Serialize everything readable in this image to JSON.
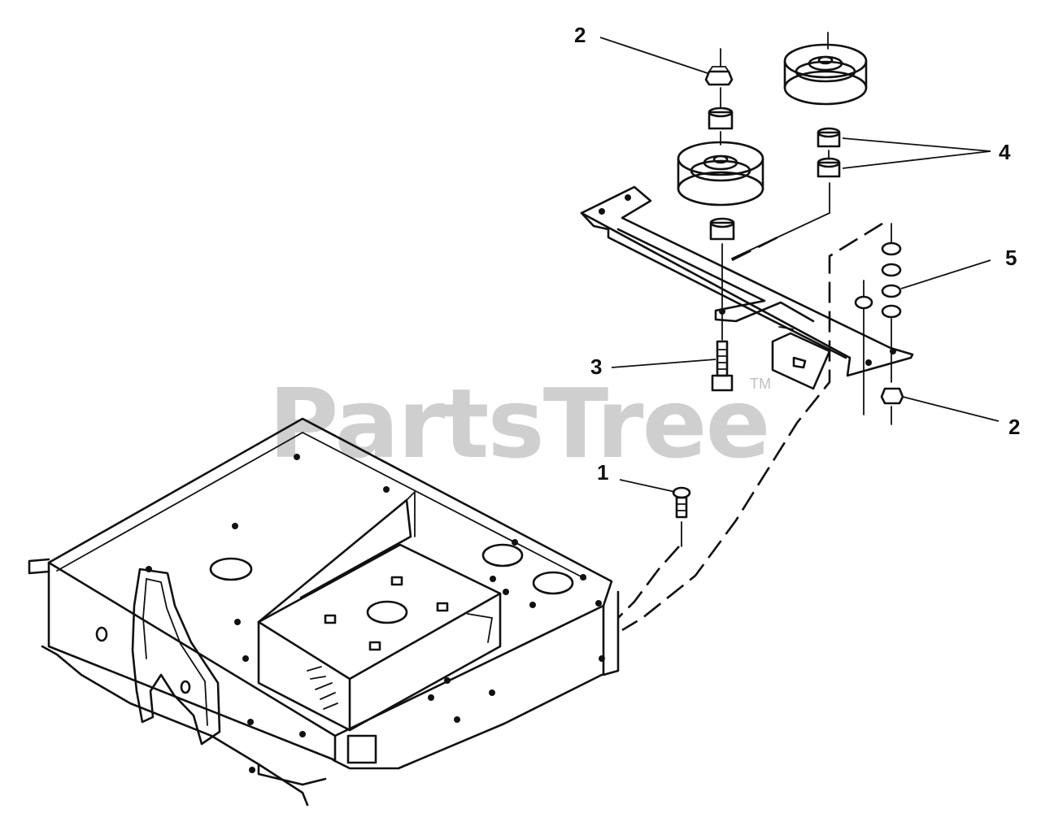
{
  "watermark": {
    "text": "PartsTree",
    "trademark": "TM"
  },
  "callouts": [
    {
      "number": "2",
      "part": "nut (pulley)"
    },
    {
      "number": "4",
      "part": "spacers"
    },
    {
      "number": "5",
      "part": "washers"
    },
    {
      "number": "3",
      "part": "bolt"
    },
    {
      "number": "2",
      "part": "nut (bracket)"
    },
    {
      "number": "1",
      "part": "carriage bolt"
    }
  ]
}
